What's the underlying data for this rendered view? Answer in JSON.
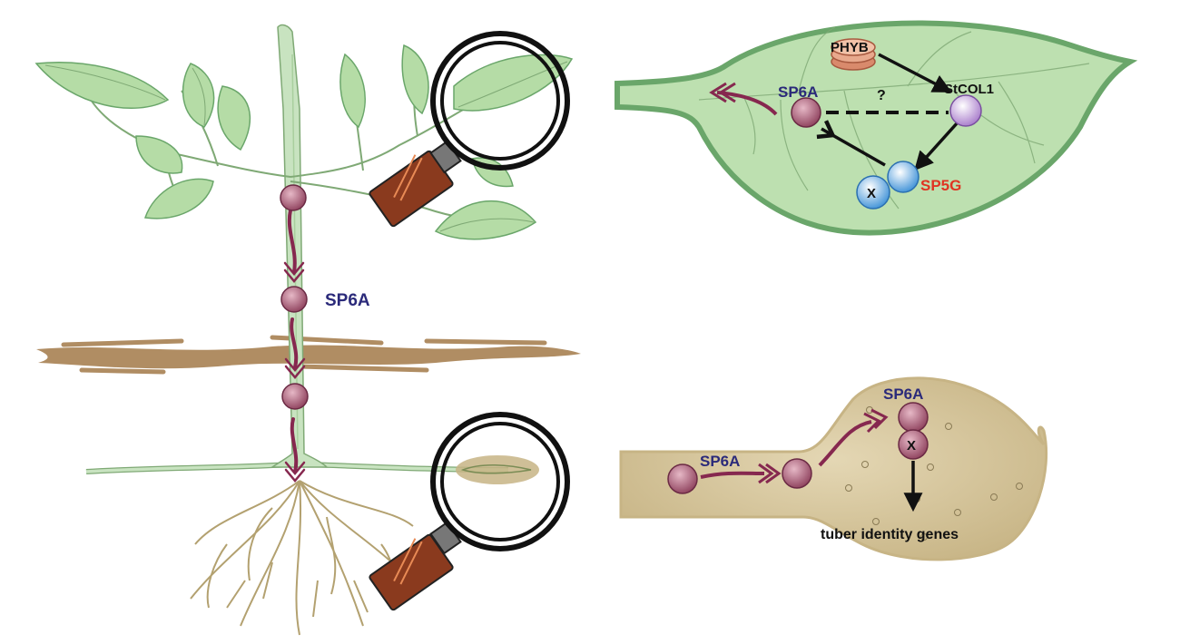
{
  "colors": {
    "stem": "#c8e3c0",
    "leaf": "#b5dca6",
    "leaf_edge": "#6aa66a",
    "soil": "#b08d63",
    "root": "#b3a170",
    "arrow": "#86284f",
    "protein": "#9b4b66",
    "label_blue": "#2b2a7a",
    "label_red": "#e03422",
    "tuber": "#d4c49a",
    "handle": "#8a3a1e"
  },
  "labels": {
    "stem_sp6a": "SP6A",
    "leaf_phyb": "PHYB",
    "leaf_sp6a": "SP6A",
    "leaf_question": "?",
    "leaf_stcol1": "StCOL1",
    "leaf_x": "X",
    "leaf_sp5g": "SP5G",
    "stolon_sp6a_left": "SP6A",
    "stolon_sp6a_top": "SP6A",
    "stolon_x": "X",
    "tuber_genes": "tuber identity genes"
  }
}
